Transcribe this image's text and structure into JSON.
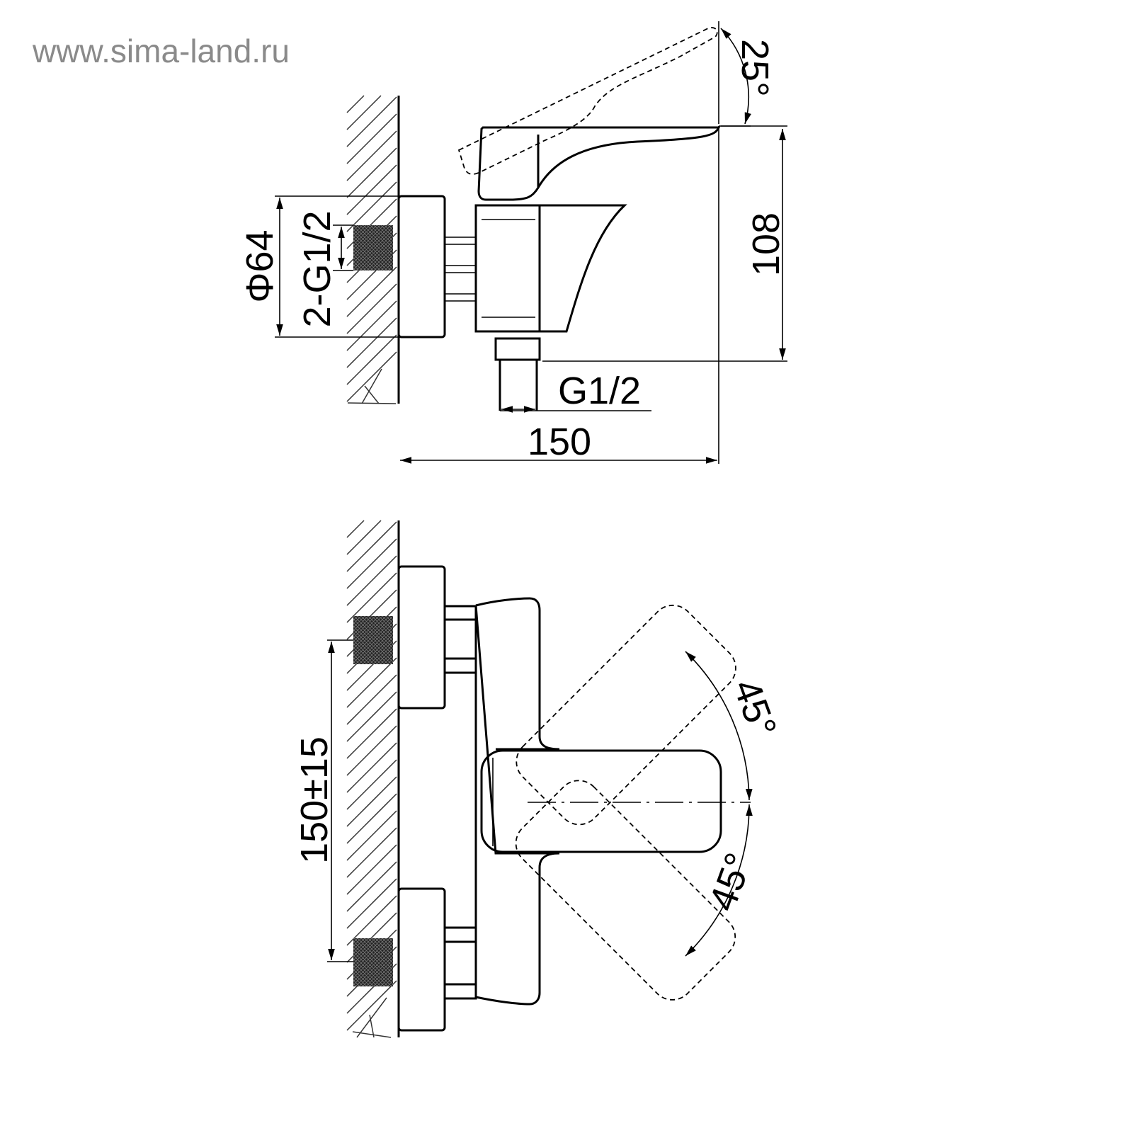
{
  "watermark": "www.sima-land.ru",
  "side_view": {
    "angle_label": "25°",
    "height_label": "108",
    "flange_diameter_label": "Φ64",
    "inlet_label": "2-G1/2",
    "outlet_label": "G1/2",
    "depth_label": "150"
  },
  "front_view": {
    "center_distance_label": "150±15",
    "upper_angle_label": "45°",
    "lower_angle_label": "45°"
  }
}
